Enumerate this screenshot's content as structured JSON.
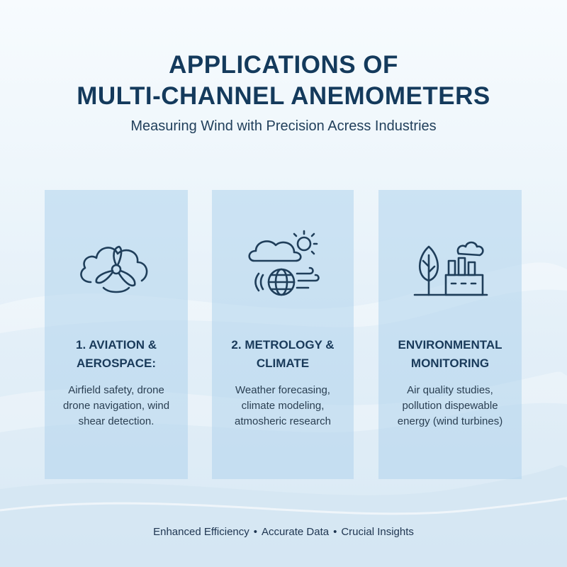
{
  "title": {
    "line1": "APPLICATIONS OF",
    "line2": "MULTI-CHANNEL ANEMOMETERS"
  },
  "subtitle": "Measuring Wind with Precision Acress Industries",
  "colors": {
    "title": "#143a5c",
    "card_bg": "#b0d4ec",
    "icon_stroke": "#1f3e5a"
  },
  "cards": [
    {
      "icon": "propeller-cloud-icon",
      "title_lines": [
        "1. AVIATION &",
        "AEROSPACE:"
      ],
      "desc_lines": [
        "Airfield safety, drone",
        "drone navigation, wind",
        "shear detection."
      ]
    },
    {
      "icon": "weather-globe-icon",
      "title_lines": [
        "2. METROLOGY &",
        "CLIMATE"
      ],
      "desc_lines": [
        "Weather forecasing,",
        "climate modeling,",
        "atmosheric research"
      ]
    },
    {
      "icon": "tree-factory-icon",
      "title_lines": [
        "ENVIRONMENTAL",
        "MONITORING"
      ],
      "desc_lines": [
        "Air quality studies,",
        "pollution dispewable",
        "energy (wind turbines)"
      ]
    }
  ],
  "footer": {
    "item1": "Enhanced Efficiency",
    "item2": "Accurate Data",
    "item3": "Crucial Insights",
    "separator": "•"
  }
}
